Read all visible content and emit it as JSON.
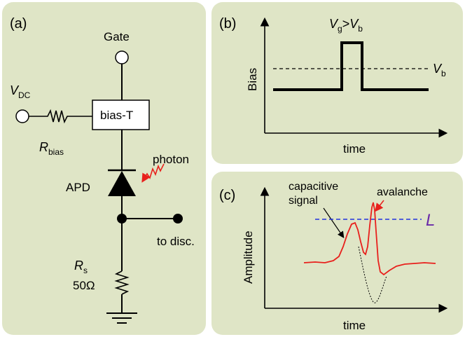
{
  "colors": {
    "panel_bg": "#dfe5c6",
    "stroke": "#000000",
    "signal_red": "#e8201c",
    "threshold_blue": "#2233dd",
    "threshold_label": "#6a2aa8"
  },
  "panel_a": {
    "tag": "(a)",
    "gate": "Gate",
    "vdc_main": "V",
    "vdc_sub": "DC",
    "rbias_main": "R",
    "rbias_sub": "bias",
    "biasT": "bias-T",
    "photon": "photon",
    "apd": "APD",
    "to_disc": "to disc.",
    "rs_main": "R",
    "rs_sub": "s",
    "rs_value": "50Ω"
  },
  "panel_b": {
    "tag": "(b)",
    "ylabel": "Bias",
    "xlabel": "time",
    "vg_main": "V",
    "vg_sub": "g",
    "gt": ">",
    "vb_main": "V",
    "vb_sub": "b",
    "vb_line_main": "V",
    "vb_line_sub": "b"
  },
  "panel_c": {
    "tag": "(c)",
    "ylabel": "Amplitude",
    "xlabel": "time",
    "capacitive_line1": "capacitive",
    "capacitive_line2": "signal",
    "avalanche": "avalanche",
    "threshold": "L"
  }
}
